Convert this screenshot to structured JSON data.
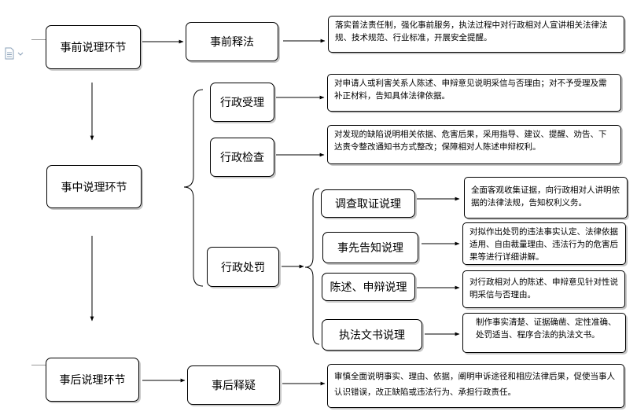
{
  "main_stages": {
    "pre": "事前说理环节",
    "mid": "事中说理环节",
    "post": "事后说理环节"
  },
  "sub_stages": {
    "pre_explain": "事前释法",
    "accept": "行政受理",
    "inspect": "行政检查",
    "penalty": "行政处罚",
    "post_explain": "事后释疑"
  },
  "penalty_steps": {
    "investigate": "调查取证说理",
    "prior_notice": "事先告知说理",
    "statement": "陈述、申辩说理",
    "document": "执法文书说理"
  },
  "descriptions": {
    "pre_explain": "落实普法责任制，强化事前服务，执法过程中对行政相对人宣讲相关法律法规、技术规范、行业标准，开展安全提醒。",
    "accept": "对申请人或利害关系人陈述、申辩意见说明采信与否理由；对不予受理及需补正材料，告知具体法律依据。",
    "inspect": "对发现的缺陷说明相关依据、危害后果，采用指导、建议、提醒、劝告、下达责令整改通知书方式整改；保障相对人陈述申辩权利。",
    "investigate": "全面客观收集证据，向行政相对人讲明依据的法律法规，告知权利义务。",
    "prior_notice": "对拟作出处罚的违法事实认定、法律依据适用、自由裁量理由、违法行为的危害后果等进行详细讲解。",
    "statement": "对行政相对人的陈述、申辩意见针对性说明采信与否理由。",
    "document": "制作事实清楚、证据确凿、定性准确、处罚适当、程序合法的执法文书。",
    "post_explain": "审慎全面说明事实、理由、依据，阐明申诉途径和相应法律后果，促使当事人认识错误，改正缺陷或违法行为、承担行政责任。"
  },
  "icons": {
    "document_icon": "document-icon"
  },
  "colors": {
    "border": "#000000",
    "shadow": "#c8c8c8",
    "icon": "#8aa0b8"
  }
}
